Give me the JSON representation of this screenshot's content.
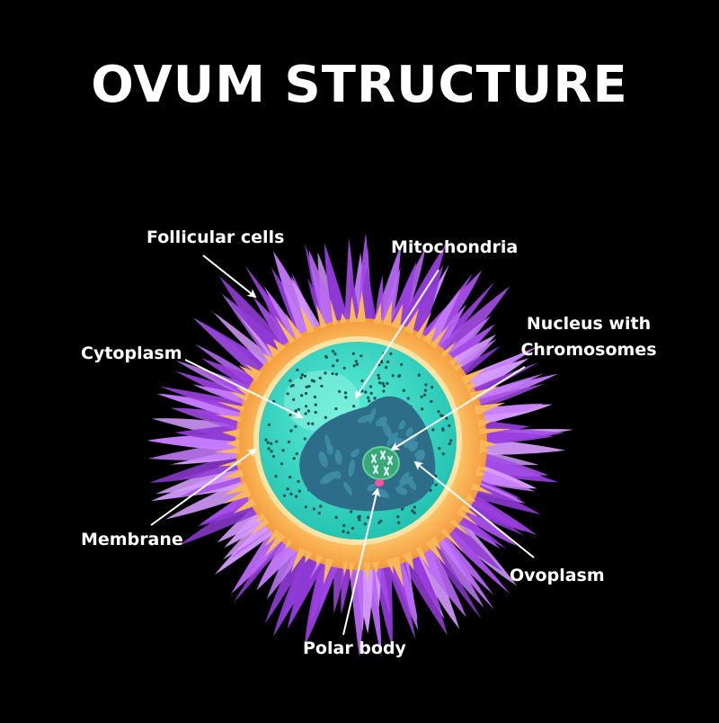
{
  "title": "OVUM STRUCTURE",
  "labels": {
    "follicular_cells": "Follicular cells",
    "mitochondria": "Mitochondria",
    "nucleus_line1": "Nucleus with",
    "nucleus_line2": "Chromosomes",
    "cytoplasm": "Cytoplasm",
    "membrane": "Membrane",
    "ovoplasm": "Ovoplasm",
    "polar_body": "Polar body"
  },
  "colors": {
    "background": "#000000",
    "follicular_cells": "#b15bf0",
    "corona": "#f6b24f",
    "cytoplasm": "#37d8c2",
    "nucleus": "#2b6a86",
    "chromosome_area": "#3aa978",
    "polar_body": "#ff4fa0",
    "text": "#ffffff"
  }
}
